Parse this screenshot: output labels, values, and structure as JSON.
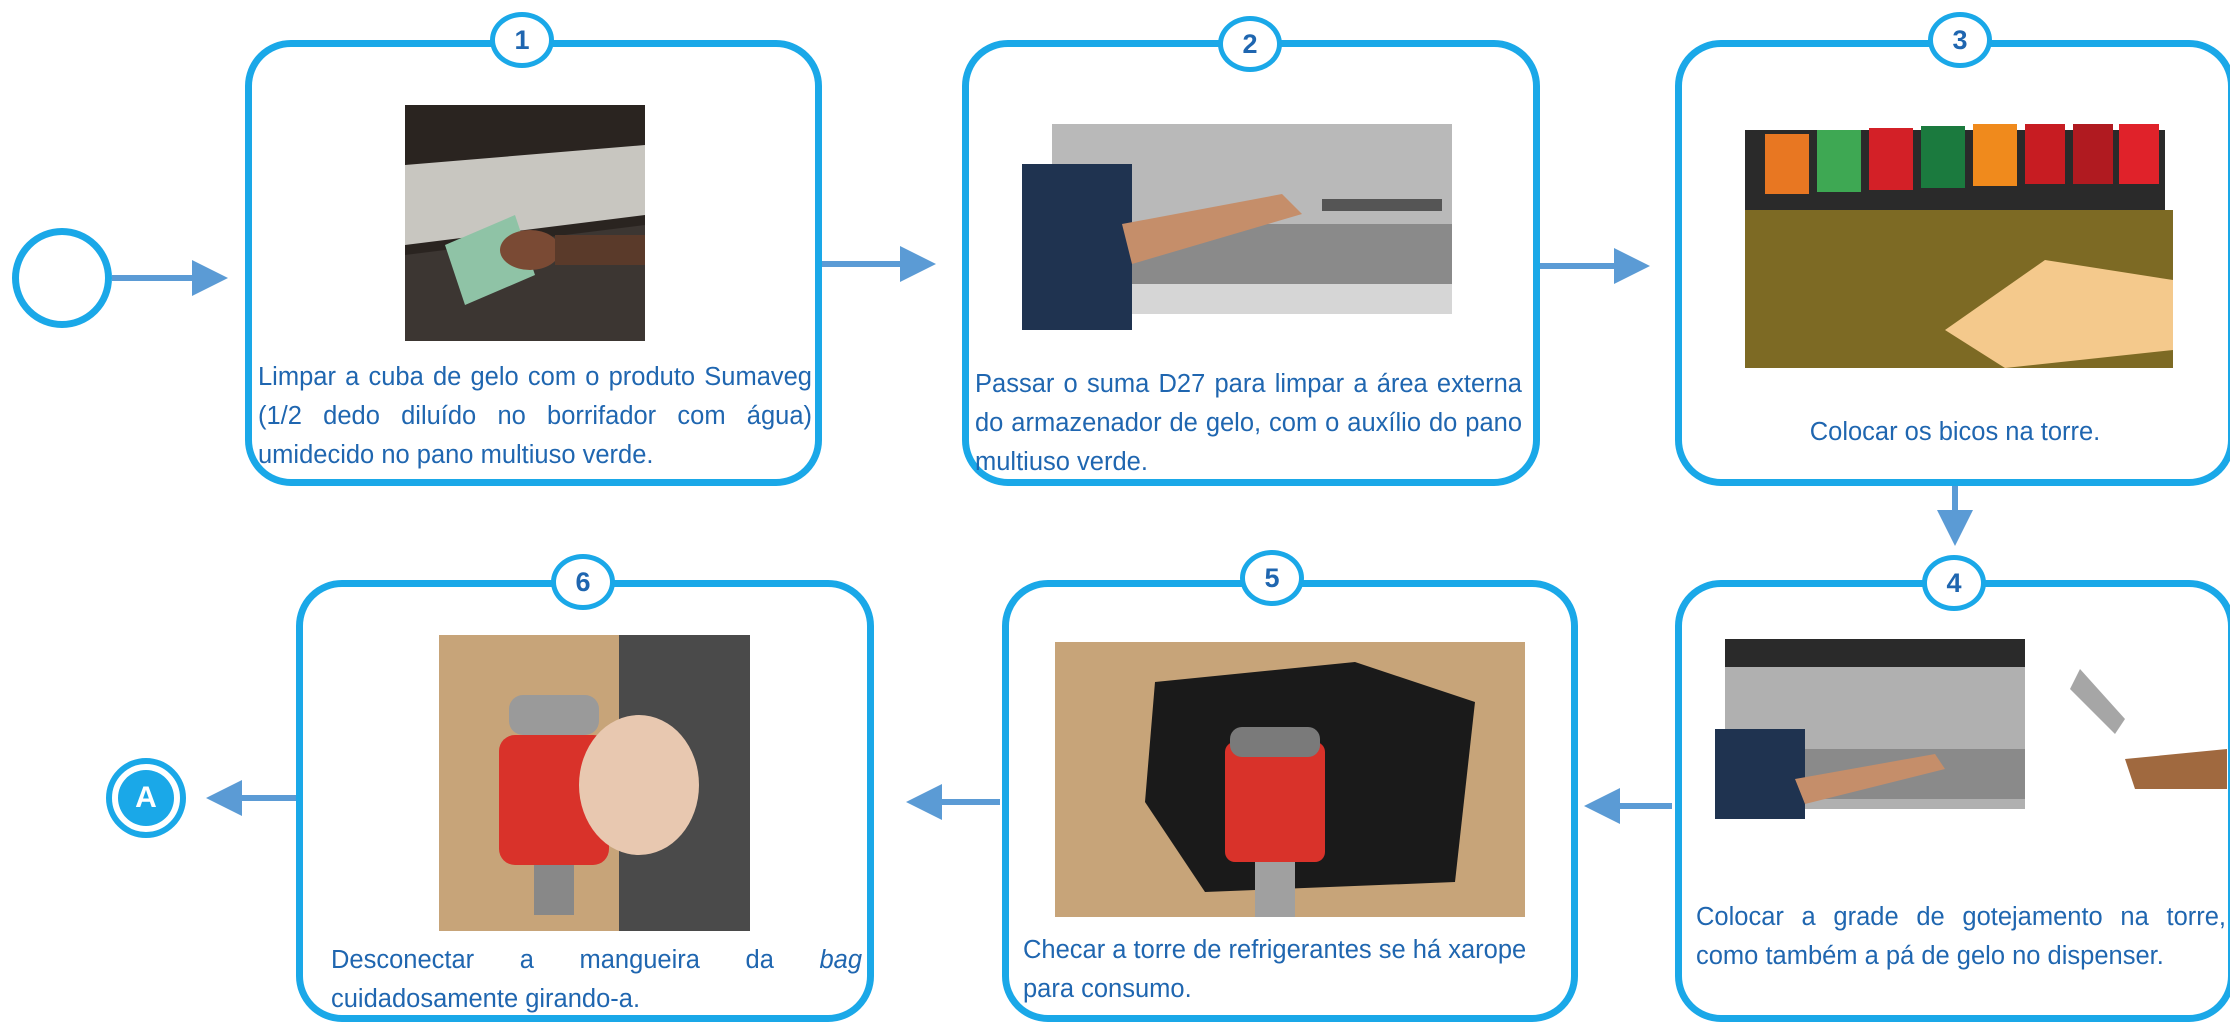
{
  "colors": {
    "border": "#1aa8e8",
    "text": "#1f66b0",
    "arrow": "#5b9bd5"
  },
  "steps": [
    {
      "number": "1",
      "caption": "Limpar a cuba de gelo com o produto Sumaveg (1/2 dedo diluído no borrifador com água) umidecido no pano multiuso verde."
    },
    {
      "number": "2",
      "caption": "Passar o suma D27 para limpar a área externa do armazenador de gelo, com o auxílio do pano multiuso verde."
    },
    {
      "number": "3",
      "caption": "Colocar os bicos na torre."
    },
    {
      "number": "4",
      "caption": "Colocar a grade de gotejamento na torre, como também a pá de gelo no dispenser."
    },
    {
      "number": "5",
      "caption": "Checar a torre de refrigerantes se há xarope para consumo."
    },
    {
      "number": "6",
      "caption_before": "Desconectar a mangueira da ",
      "caption_italic": "bag",
      "caption_after": " cuidadosamente girando-a."
    }
  ],
  "connector_end": "A"
}
